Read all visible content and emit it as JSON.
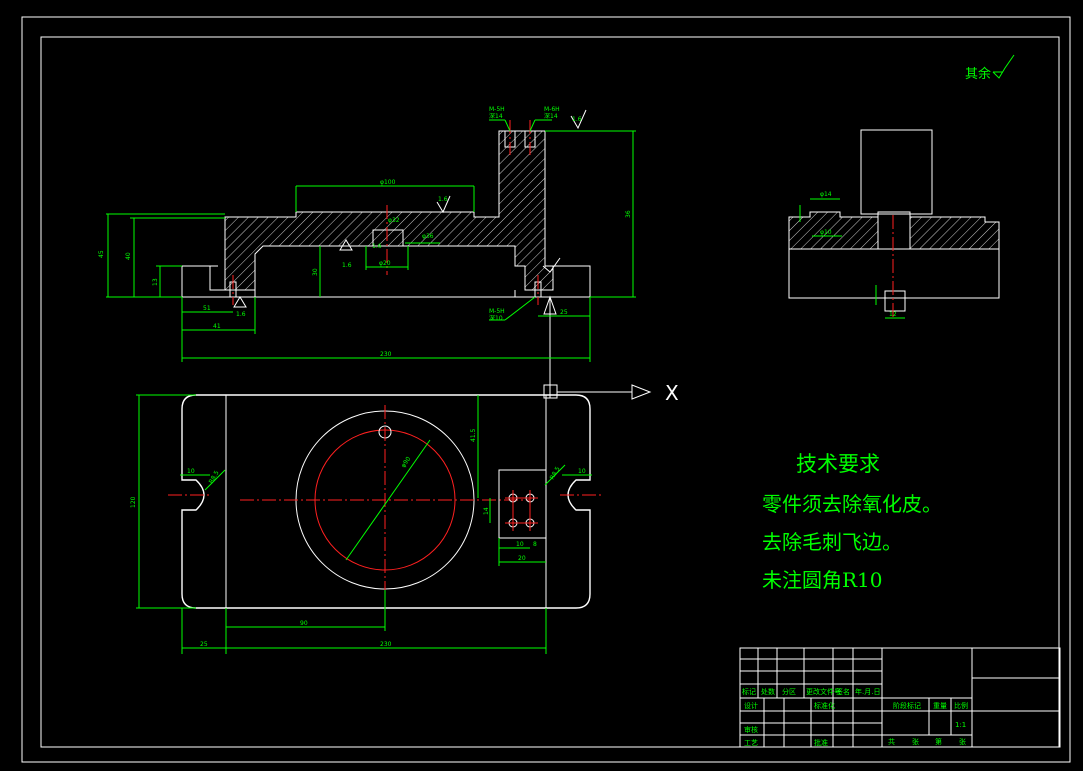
{
  "colors": {
    "background": "#000000",
    "outline": "#ffffff",
    "dimension": "#00ff00",
    "centerline": "#ff2020"
  },
  "roughness_note": "其余",
  "tech_requirements": {
    "title": "技术要求",
    "lines": [
      "零件须去除氧化皮。",
      "去除毛刺飞边。",
      "未注圆角R10"
    ]
  },
  "view_label": "X",
  "front_view": {
    "dims": {
      "top_width": "φ100",
      "overall_length": "230",
      "height_total": "45",
      "height_flange": "40",
      "height_foot": "13",
      "height_inner": "30",
      "right_height": "36",
      "left_51": "51",
      "left_41": "41",
      "right_25": "25",
      "bore_20": "φ20",
      "roughness_top": "1.6",
      "roughness_mid": "1.6",
      "roughness_bottom": "1.6",
      "roughness_left": "1.6",
      "roughness_center": "1.6",
      "thread_a": "M-5H",
      "thread_a_depth": "深14",
      "thread_b": "M-6H",
      "thread_b_depth": "深14",
      "thread_c": "M-5H",
      "thread_c_depth": "深10"
    }
  },
  "side_view": {
    "dims": {
      "d1": "φ14",
      "d2": "φ10",
      "d3": "12"
    }
  },
  "plan_view": {
    "dims": {
      "overall_length": "230",
      "height": "120",
      "left_25": "25",
      "left_90": "90",
      "slot_10_left": "10",
      "slot_10_right": "10",
      "circle_dia": "φ90",
      "right_41": "41.5",
      "right_r": "R8.5",
      "left_r": "R8.5",
      "hole_14": "14",
      "hole_20": "20",
      "hole_10": "10",
      "hole_8": "8"
    }
  },
  "title_block": {
    "row1": [
      "标记",
      "处数",
      "分区",
      "更改文件号",
      "签名",
      "年.月.日"
    ],
    "row2_left": "设计",
    "row2_mid": "标准化",
    "row3_left": "审核",
    "row4_left": "工艺",
    "row4_mid": "批准",
    "stage_label": "阶段标记",
    "weight_label": "重量",
    "scale_label": "比例",
    "scale_value": "1:1",
    "sheet_total": "共",
    "sheet_unit": "张",
    "sheet_no": "第",
    "sheet_unit2": "张"
  }
}
